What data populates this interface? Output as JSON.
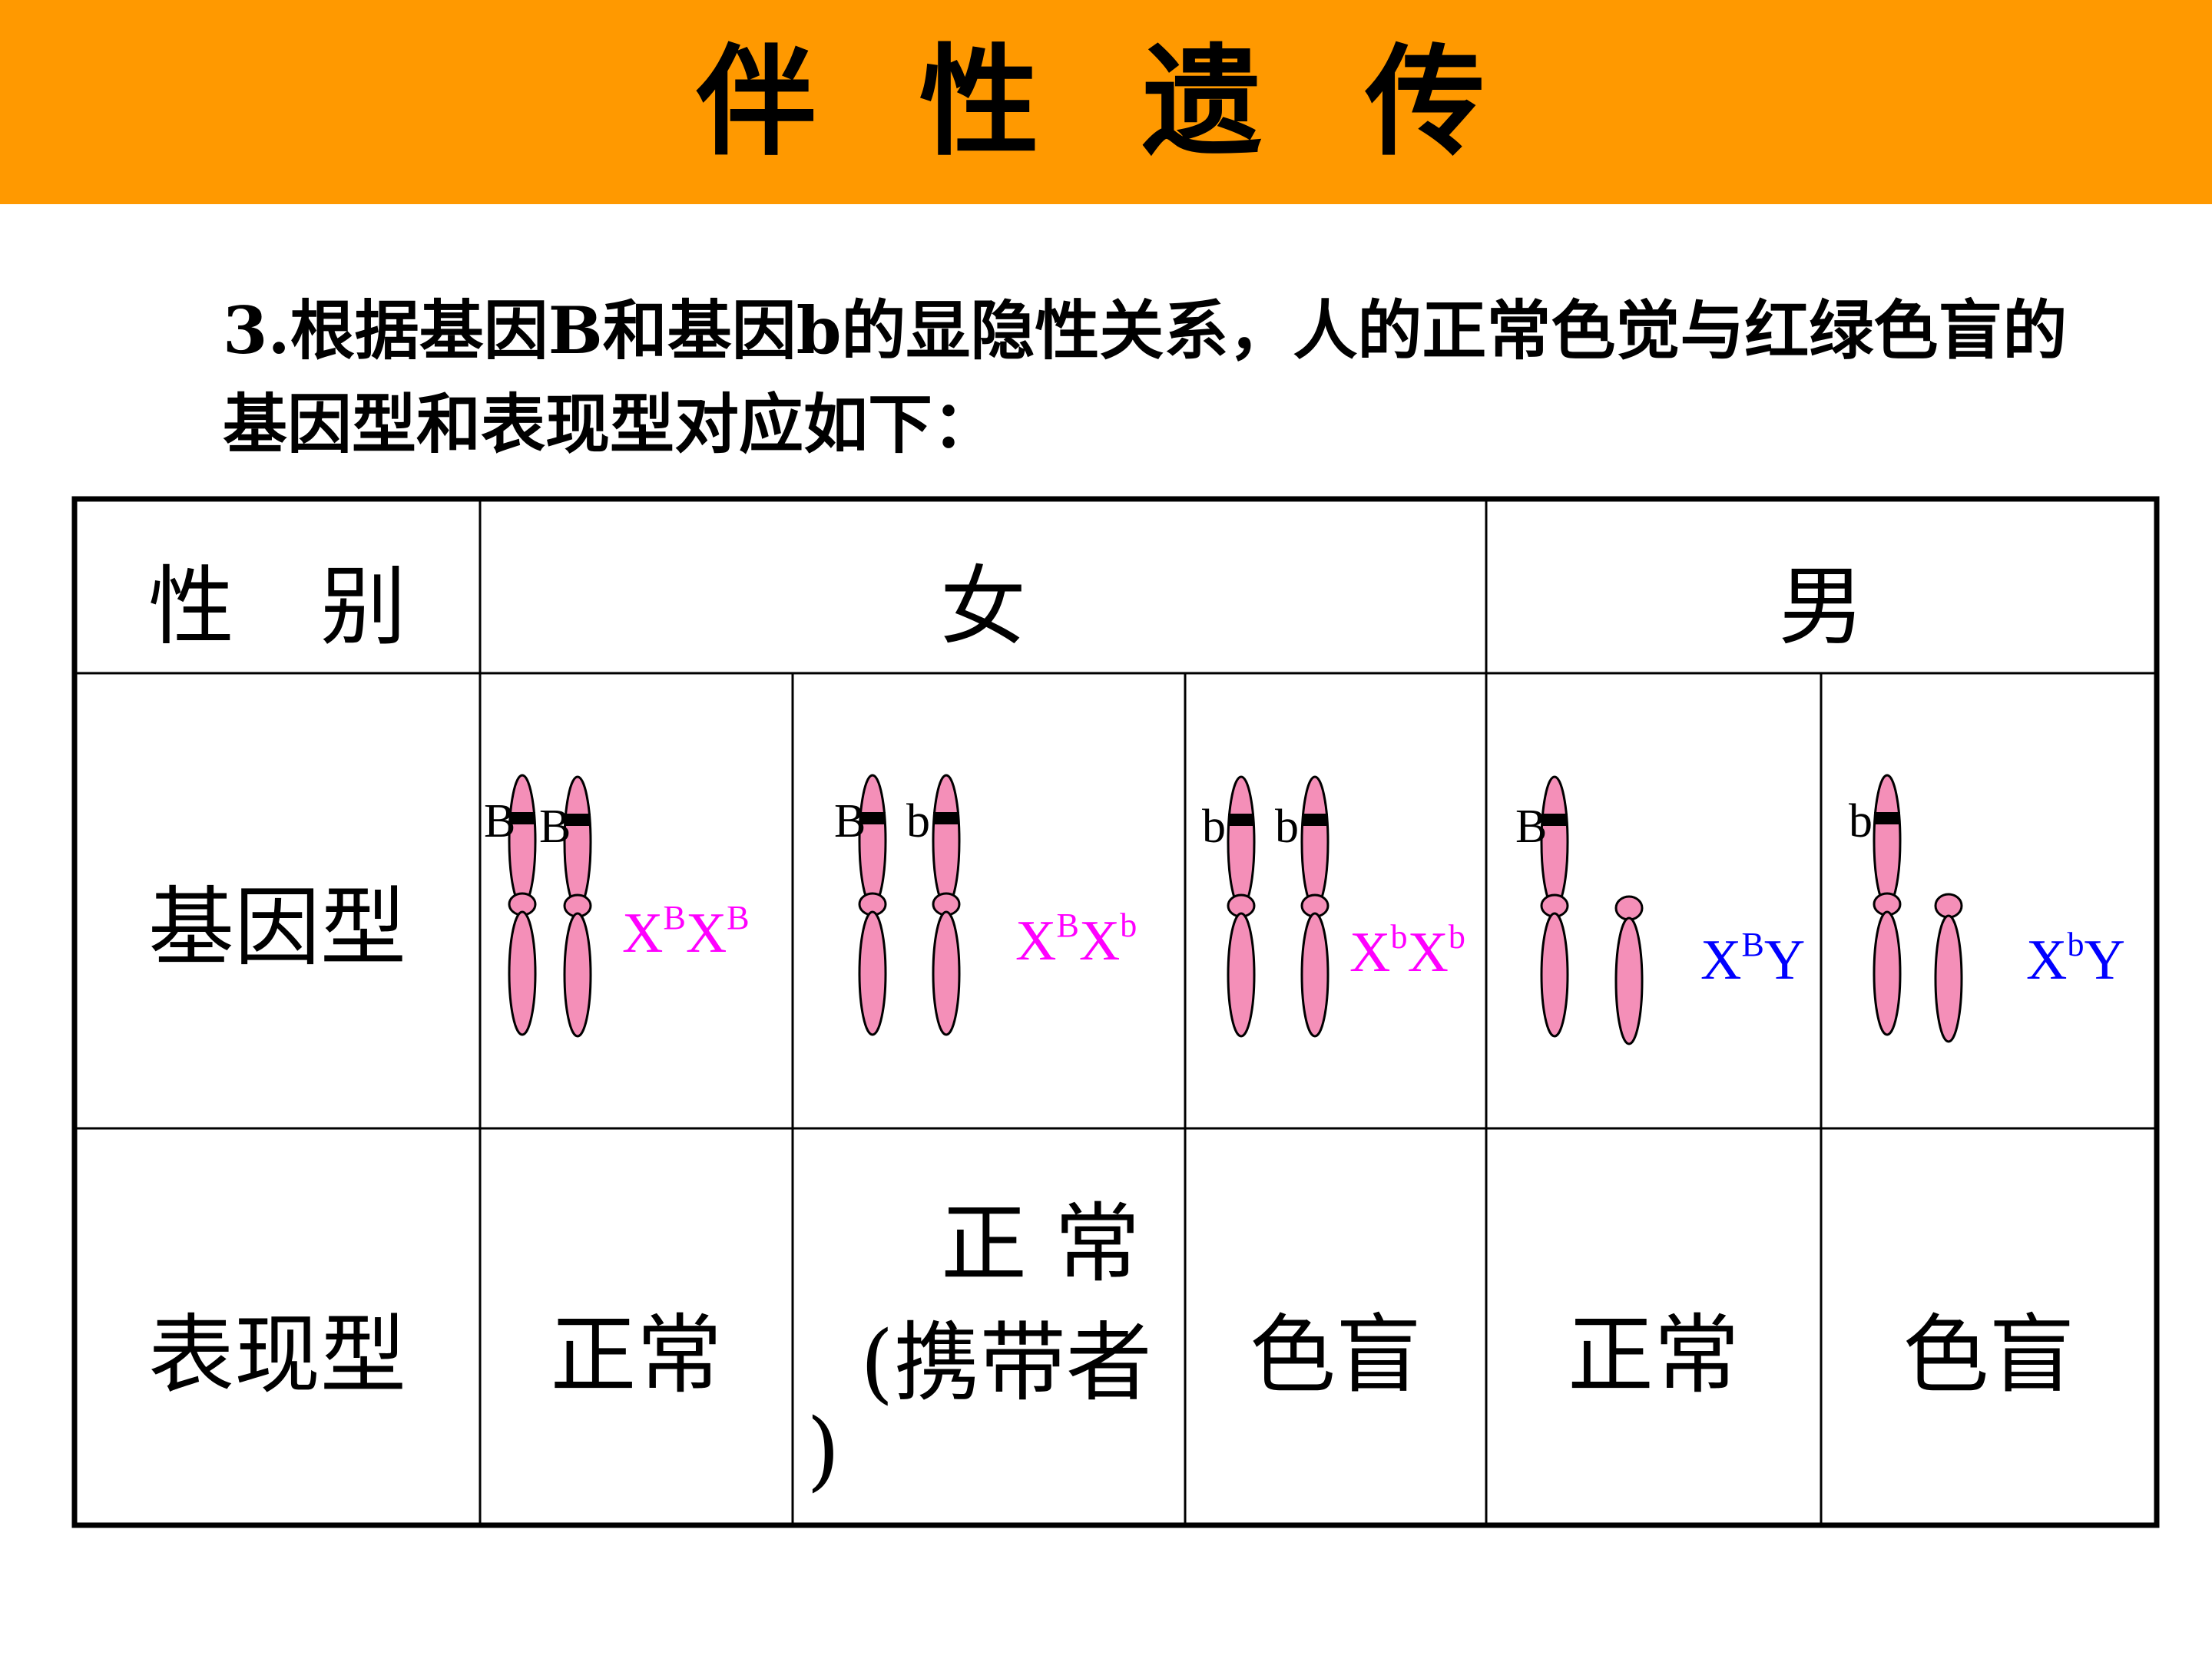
{
  "title": "伴 性 遗 传",
  "intro": "3.根据基因B和基因b的显隐性关系，人的正常色觉与红绿色盲的基因型和表现型对应如下：",
  "table": {
    "row_labels": {
      "sex": "性　别",
      "genotype": "基因型",
      "phenotype": "表现型"
    },
    "female_label": "女",
    "male_label": "男",
    "columns": [
      {
        "base1": "X",
        "sup1": "B",
        "base2": "X",
        "sup2": "B",
        "color": "#FF00FF",
        "alleles": [
          "B",
          "B"
        ],
        "phenotype": "正常"
      },
      {
        "base1": "X",
        "sup1": "B",
        "base2": "X",
        "sup2": "b",
        "color": "#FF00FF",
        "alleles": [
          "B",
          "b"
        ],
        "phenotype_line1": "正 常",
        "phenotype_line2": "(携带者",
        "phenotype_line3": ")"
      },
      {
        "base1": "X",
        "sup1": "b",
        "base2": "X",
        "sup2": "b",
        "color": "#FF00FF",
        "alleles": [
          "b",
          "b"
        ],
        "phenotype": "色盲"
      },
      {
        "base1": "X",
        "sup1": "B",
        "base2": "Y",
        "sup2": "",
        "color": "#0000FF",
        "alleles": [
          "B"
        ],
        "phenotype": "正常"
      },
      {
        "base1": "X",
        "sup1": "b",
        "base2": "Y",
        "sup2": "",
        "color": "#0000FF",
        "alleles": [
          "b"
        ],
        "phenotype": "色盲"
      }
    ]
  },
  "colors": {
    "title_bar": "#FF9900",
    "chromosome_fill": "#F48FB8",
    "female_genotype": "#FF00FF",
    "male_genotype": "#0000FF"
  }
}
